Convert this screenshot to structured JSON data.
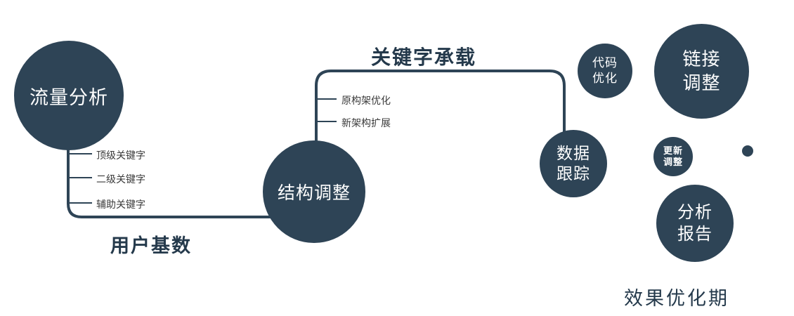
{
  "colors": {
    "accent": "#2e4456",
    "heading": "#24394b"
  },
  "nodes": {
    "traffic": {
      "label": "流量分析"
    },
    "structure": {
      "label": "结构调整"
    },
    "tracking": {
      "line1": "数据",
      "line2": "跟踪"
    },
    "code": {
      "line1": "代码",
      "line2": "优化"
    },
    "link": {
      "line1": "链接",
      "line2": "调整"
    },
    "update": {
      "line1": "更新",
      "line2": "调整"
    },
    "report": {
      "line1": "分析",
      "line2": "报告"
    }
  },
  "edge_labels": {
    "top": "关键字承载",
    "bottom": "用户基数"
  },
  "branches": {
    "traffic": [
      "顶级关键字",
      "二级关键字",
      "辅助关键字"
    ],
    "structure": [
      "原构架优化",
      "新架构扩展"
    ]
  },
  "footer": "效果优化期"
}
